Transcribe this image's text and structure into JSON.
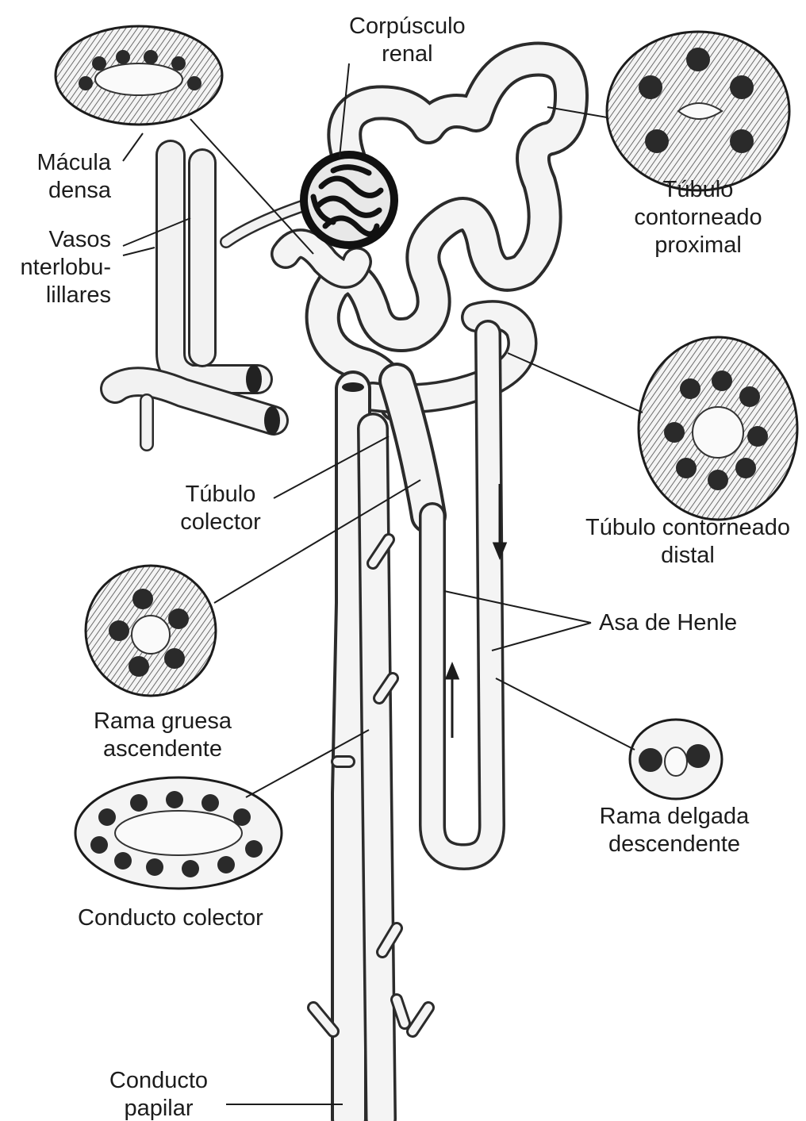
{
  "labels": {
    "corpusculo_renal": [
      "Corpúsculo",
      "renal"
    ],
    "macula_densa": [
      "Mácula",
      "densa"
    ],
    "vasos_interlobulillares": [
      "Vasos",
      "nterlobu-",
      "lillares"
    ],
    "tubulo_contorneado_proximal": [
      "Túbulo",
      "contorneado",
      "proximal"
    ],
    "tubulo_contorneado_distal": [
      "Túbulo contorneado",
      "distal"
    ],
    "tubulo_colector": [
      "Túbulo",
      "colector"
    ],
    "asa_de_henle": "Asa de Henle",
    "rama_gruesa_ascendente": [
      "Rama gruesa",
      "ascendente"
    ],
    "rama_delgada_descendente": [
      "Rama delgada",
      "descendente"
    ],
    "conducto_colector": "Conducto colector",
    "conducto_papilar": [
      "Conducto",
      "papilar"
    ]
  },
  "colors": {
    "ink": "#1c1c1c",
    "tissue_fill": "#f2f2f2",
    "cell_nucleus": "#2a2a2a",
    "background": "#ffffff"
  }
}
